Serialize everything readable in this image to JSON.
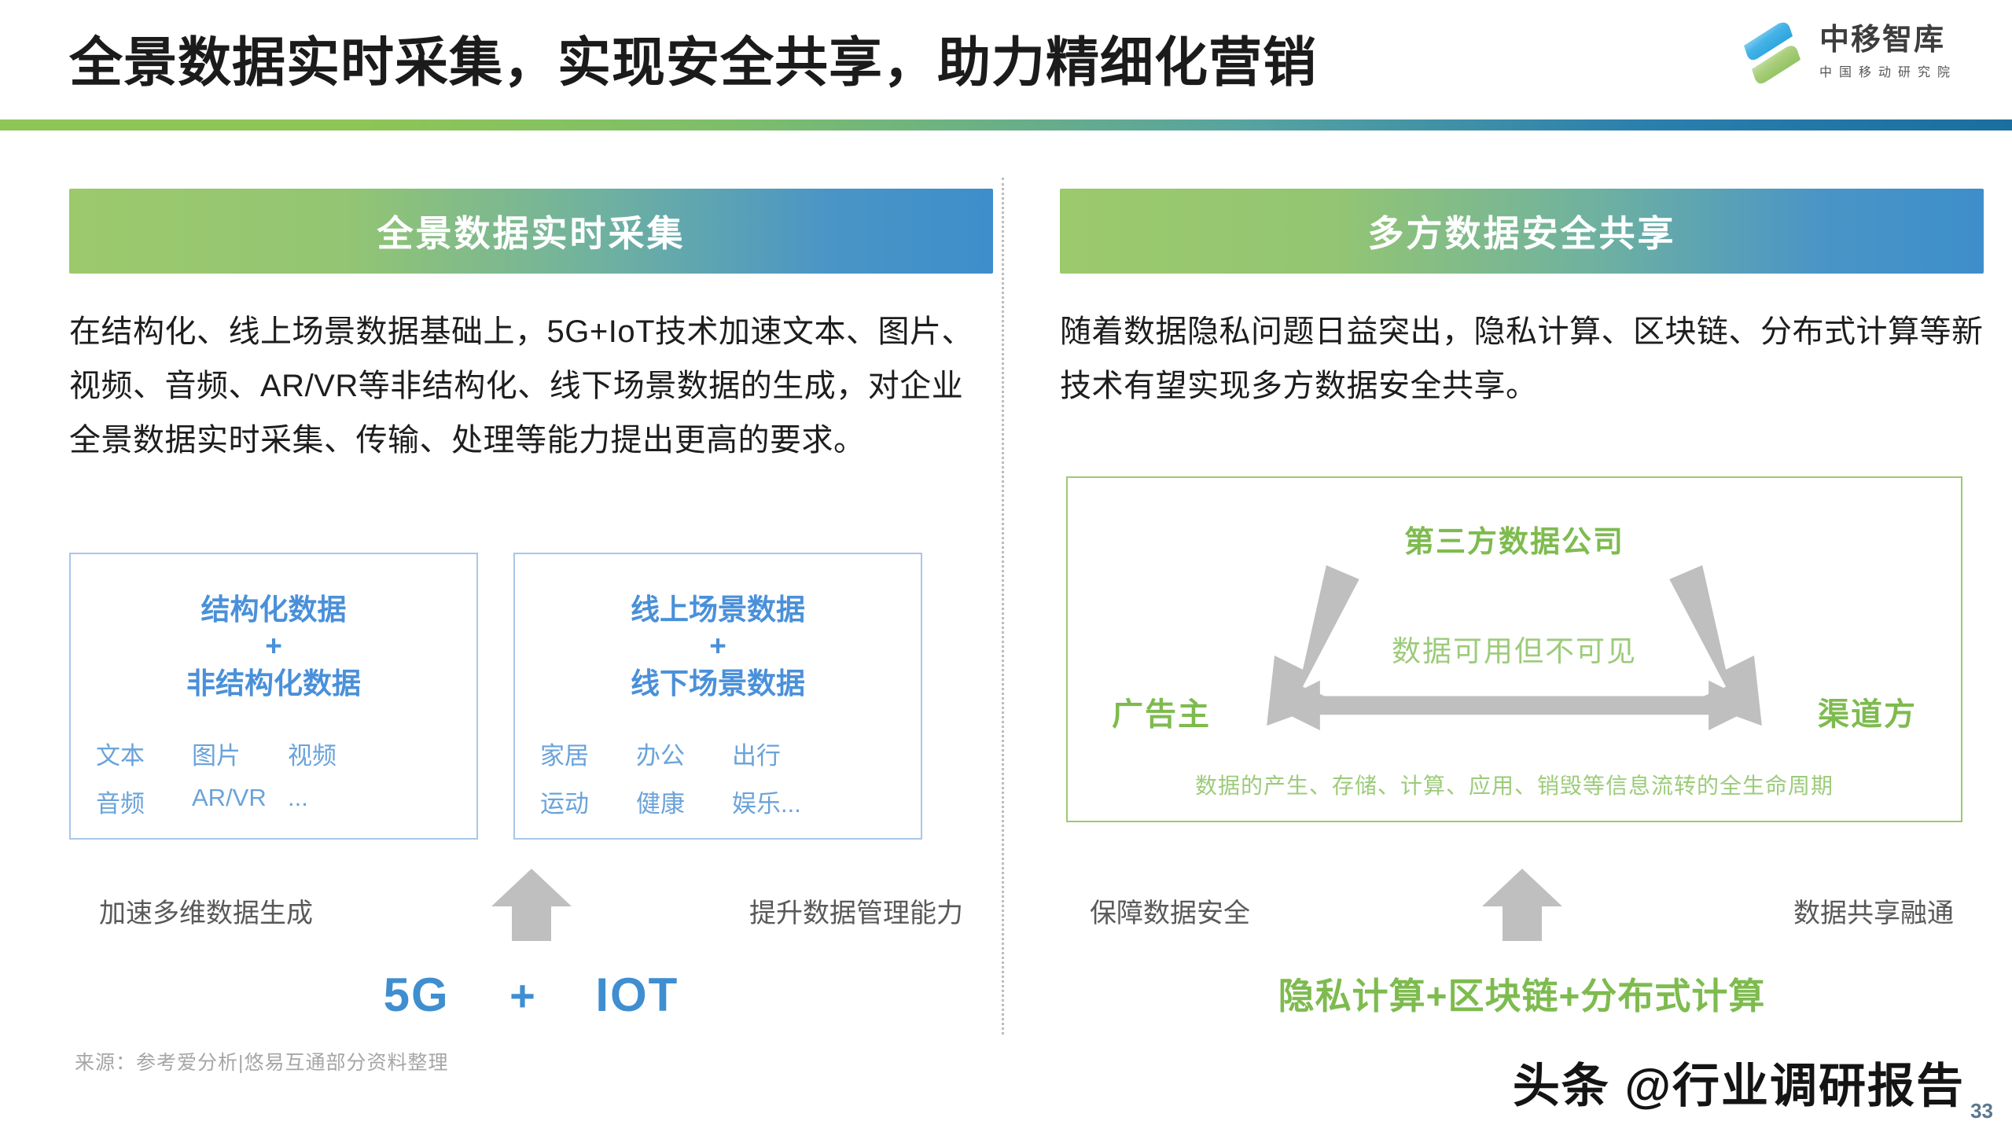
{
  "header": {
    "title": "全景数据实时采集，实现安全共享，助力精细化营销",
    "logo": {
      "name": "中移智库",
      "subtitle": "中国移动研究院",
      "mark_icon": "double-ribbon-logo-icon",
      "color_blue": "#2f9fdc",
      "color_green": "#8dc556"
    },
    "rule_gradient_from": "#8dc556",
    "rule_gradient_to": "#1a6f9e"
  },
  "left_panel": {
    "heading": "全景数据实时采集",
    "paragraph": "在结构化、线上场景数据基础上，5G+IoT技术加速文本、图片、视频、音频、AR/VR等非结构化、线下场景数据的生成，对企业全景数据实时采集、传输、处理等能力提出更高的要求。",
    "boxes": [
      {
        "title_top": "结构化数据",
        "plus": "+",
        "title_bottom": "非结构化数据",
        "tags": [
          "文本",
          "图片",
          "视频",
          "音频",
          "AR/VR",
          "..."
        ]
      },
      {
        "title_top": "线上场景数据",
        "plus": "+",
        "title_bottom": "线下场景数据",
        "tags": [
          "家居",
          "办公",
          "出行",
          "运动",
          "健康",
          "娱乐..."
        ]
      }
    ],
    "arrow_caption_left": "加速多维数据生成",
    "arrow_caption_right": "提升数据管理能力",
    "tech_left": "5G",
    "tech_plus": "+",
    "tech_right": "IOT"
  },
  "right_panel": {
    "heading": "多方数据安全共享",
    "paragraph": "随着数据隐私问题日益突出，隐私计算、区块链、分布式计算等新技术有望实现多方数据安全共享。",
    "diagram": {
      "node_top": "第三方数据公司",
      "node_left": "广告主",
      "node_right": "渠道方",
      "center_label": "数据可用但不可见",
      "footer_label": "数据的产生、存储、计算、应用、销毁等信息流转的全生命周期",
      "border_color": "#9ec96f",
      "node_color": "#7ebb4f",
      "arrow_color": "#bfbfbf"
    },
    "arrow_caption_left": "保障数据安全",
    "arrow_caption_right": "数据共享融通",
    "tech_line": "隐私计算+区块链+分布式计算"
  },
  "footer": {
    "source": "来源：参考爱分析|悠易互通部分资料整理",
    "watermark": "头条 @行业调研报告",
    "page_number": "33"
  },
  "theme": {
    "panel_head_from": "#9cc96c",
    "panel_head_to": "#3e8ecb",
    "box_border": "#a9c6e8",
    "box_title": "#4a90d9",
    "tag_color": "#6aa3da",
    "gray_caption": "#59595b",
    "arrow_gray": "#bfbfbf"
  }
}
